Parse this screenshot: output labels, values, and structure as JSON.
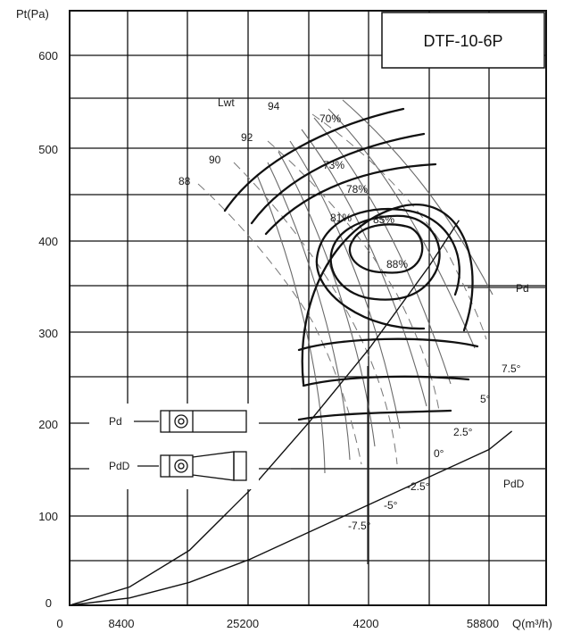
{
  "chart_data": {
    "type": "line",
    "model": "DTF-10-6P",
    "y_axis_label": "Pt(Pa)",
    "x_axis_label": "Q(m³/h)",
    "y_ticks": [
      "0",
      "100",
      "200",
      "300",
      "400",
      "500",
      "600"
    ],
    "x_ticks": [
      "0",
      "8400",
      "25200",
      "4200",
      "58800"
    ],
    "grid": true,
    "lwt_label": "Lwt",
    "lwt_values": [
      "88",
      "90",
      "92",
      "94"
    ],
    "efficiency_labels": [
      "70%",
      "73%",
      "78%",
      "81%",
      "85%",
      "88%"
    ],
    "angle_labels": [
      "7.5°",
      "5°",
      "2.5°",
      "0°",
      "-2.5°",
      "-5°",
      "-7.5°"
    ],
    "curve_labels": {
      "pd": "Pd",
      "pdd": "PdD"
    },
    "legend": [
      {
        "label": "Pd",
        "outlet": "straight"
      },
      {
        "label": "PdD",
        "outlet": "diffuser"
      }
    ],
    "series": [
      {
        "name": "Pd",
        "x": [
          0,
          8400,
          16800,
          25200,
          33600,
          42000,
          50400,
          54600
        ],
        "y": [
          0,
          20,
          60,
          125,
          200,
          280,
          370,
          420
        ]
      },
      {
        "name": "PdD",
        "x": [
          0,
          8400,
          16800,
          25200,
          33600,
          42000,
          50400,
          58800,
          62000
        ],
        "y": [
          0,
          8,
          25,
          50,
          80,
          110,
          140,
          170,
          190
        ]
      }
    ]
  }
}
